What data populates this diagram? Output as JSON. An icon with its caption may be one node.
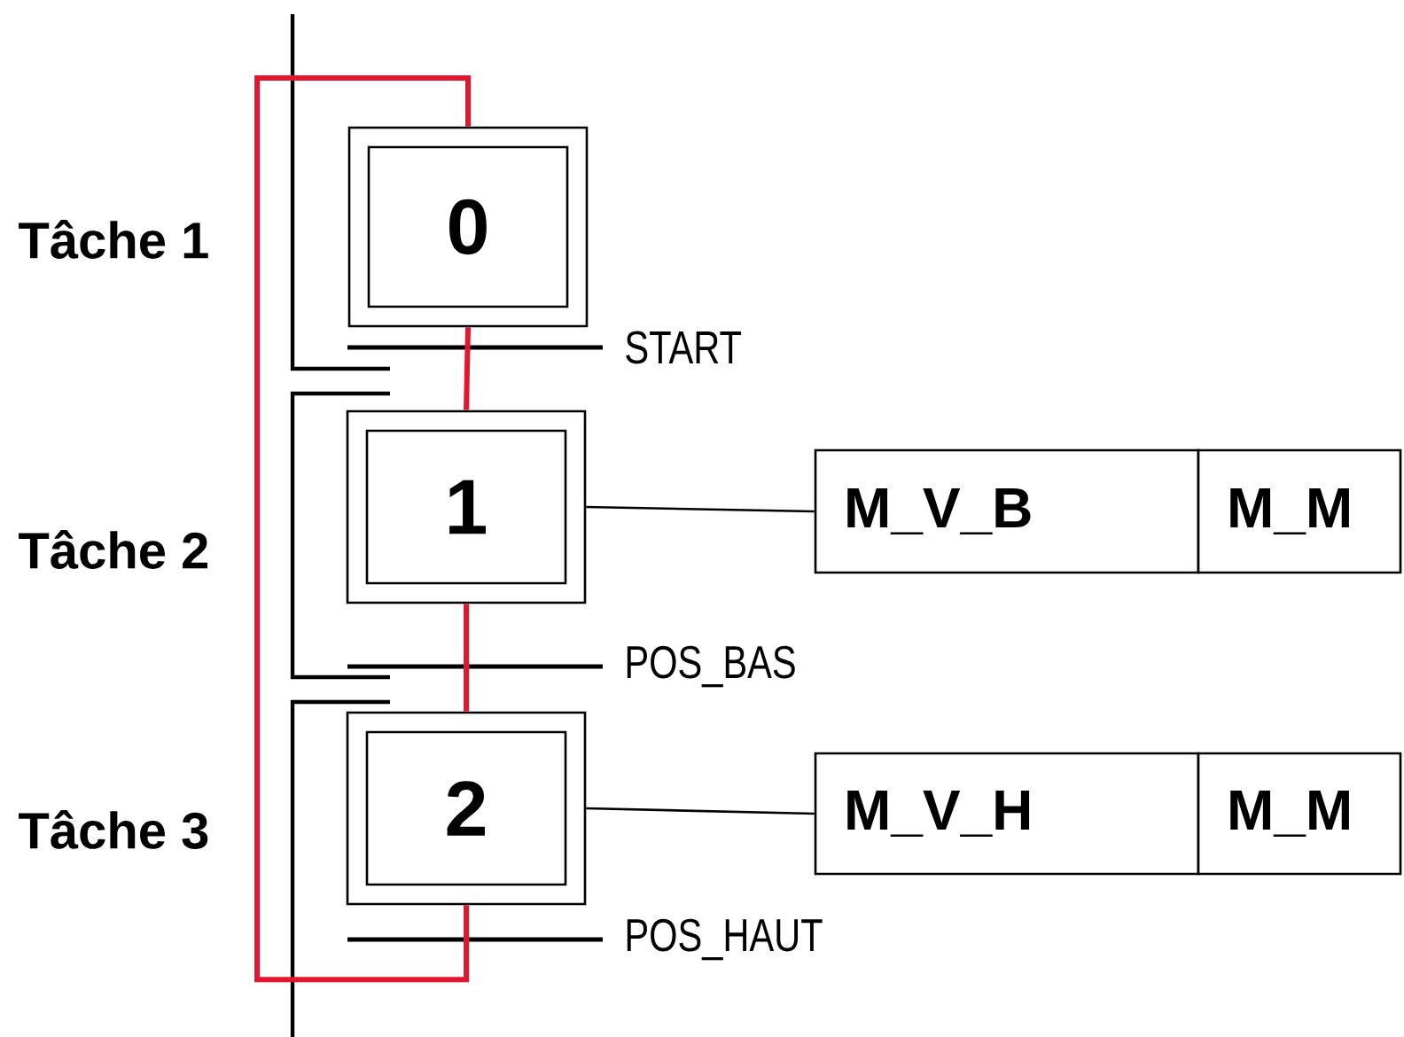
{
  "diagram": {
    "nodes": [
      {
        "text": [
          "0"
        ]
      },
      {
        "text": [
          "1"
        ]
      },
      {
        "text": [
          "2"
        ]
      },
      {
        "text": [
          "M_V_B"
        ]
      },
      {
        "text": [
          "M_M"
        ]
      },
      {
        "text": [
          "M_V_H"
        ]
      },
      {
        "text": [
          "M_M"
        ]
      }
    ],
    "edges": [
      {
        "from": 0,
        "to": 1,
        "arrow": "none",
        "color": "#e3152f"
      },
      {
        "from": 1,
        "to": 2,
        "arrow": "none",
        "color": "#e3152f"
      },
      {
        "from": 2,
        "to": 0,
        "arrow": "none",
        "color": "#e3152f"
      },
      {
        "from": 1,
        "to": 3,
        "arrow": "none",
        "color": "#000000"
      },
      {
        "from": 2,
        "to": 5,
        "arrow": "none",
        "color": "#000000"
      }
    ],
    "labels": [
      "Tâche 1",
      "START",
      "Tâche 2",
      "POS_BAS",
      "Tâche 3",
      "POS_HAUT"
    ]
  }
}
